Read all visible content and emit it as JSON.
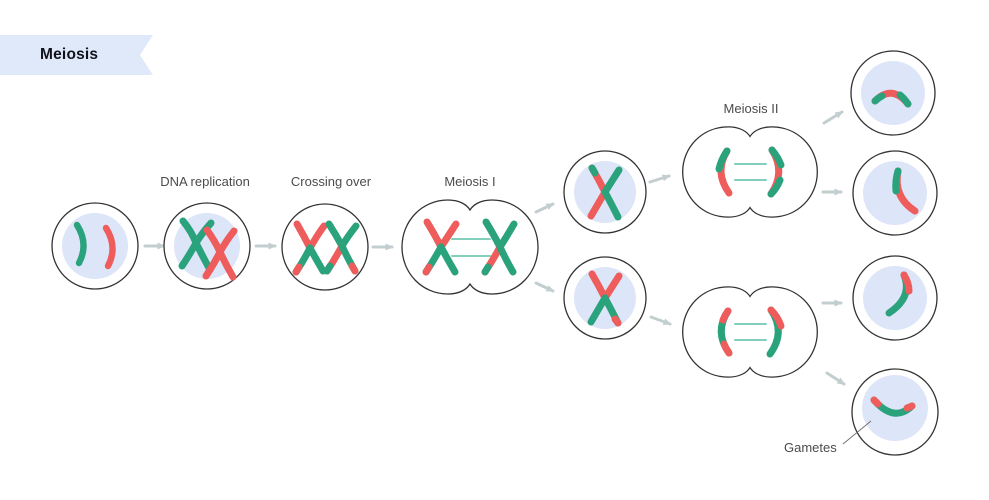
{
  "banner": {
    "title": "Meiosis"
  },
  "labels": {
    "dna_replication": "DNA replication",
    "crossing_over": "Crossing over",
    "meiosis_i": "Meiosis I",
    "meiosis_ii": "Meiosis II",
    "gametes": "Gametes"
  },
  "colors": {
    "chromosome-red": "#ee5c5c",
    "chromosome-green": "#2aa37d",
    "nucleus": "#dde5f8",
    "membrane": "#333333",
    "arrow": "#c3ced1",
    "spindle": "#82d0bb",
    "banner-bg": "#e0e9fa",
    "label-text": "#4b4b4b",
    "title-text": "#12131a"
  }
}
